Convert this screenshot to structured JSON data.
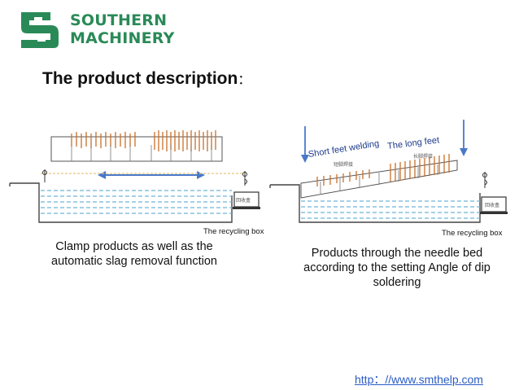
{
  "brand": {
    "line1": "SOUTHERN",
    "line2": "MACHINERY"
  },
  "title": "The product description",
  "title_colon": "：",
  "left_panel": {
    "recycle_label": "The recycling box",
    "caption_line1": "Clamp products as well as the",
    "caption_line2": "automatic slag removal function"
  },
  "right_panel": {
    "short_feet_label": "Short feet welding",
    "long_feet_label": "The long feet",
    "short_feet_cn": "短脚焊接",
    "long_feet_cn": "长脚焊接",
    "recycle_label": "The recycling box",
    "caption_line1": "Products through the needle bed",
    "caption_line2": "according to the setting Angle of dip",
    "caption_line3": "soldering"
  },
  "box_cn_label": "回收盒",
  "footer_link": "http：//www.smthelp.com",
  "colors": {
    "brand_green": "#2a8a57",
    "arrow_blue": "#4a78c8",
    "solder_line": "#6fb3d8",
    "component_orange": "#c8702a",
    "link_blue": "#2b5cc4"
  }
}
